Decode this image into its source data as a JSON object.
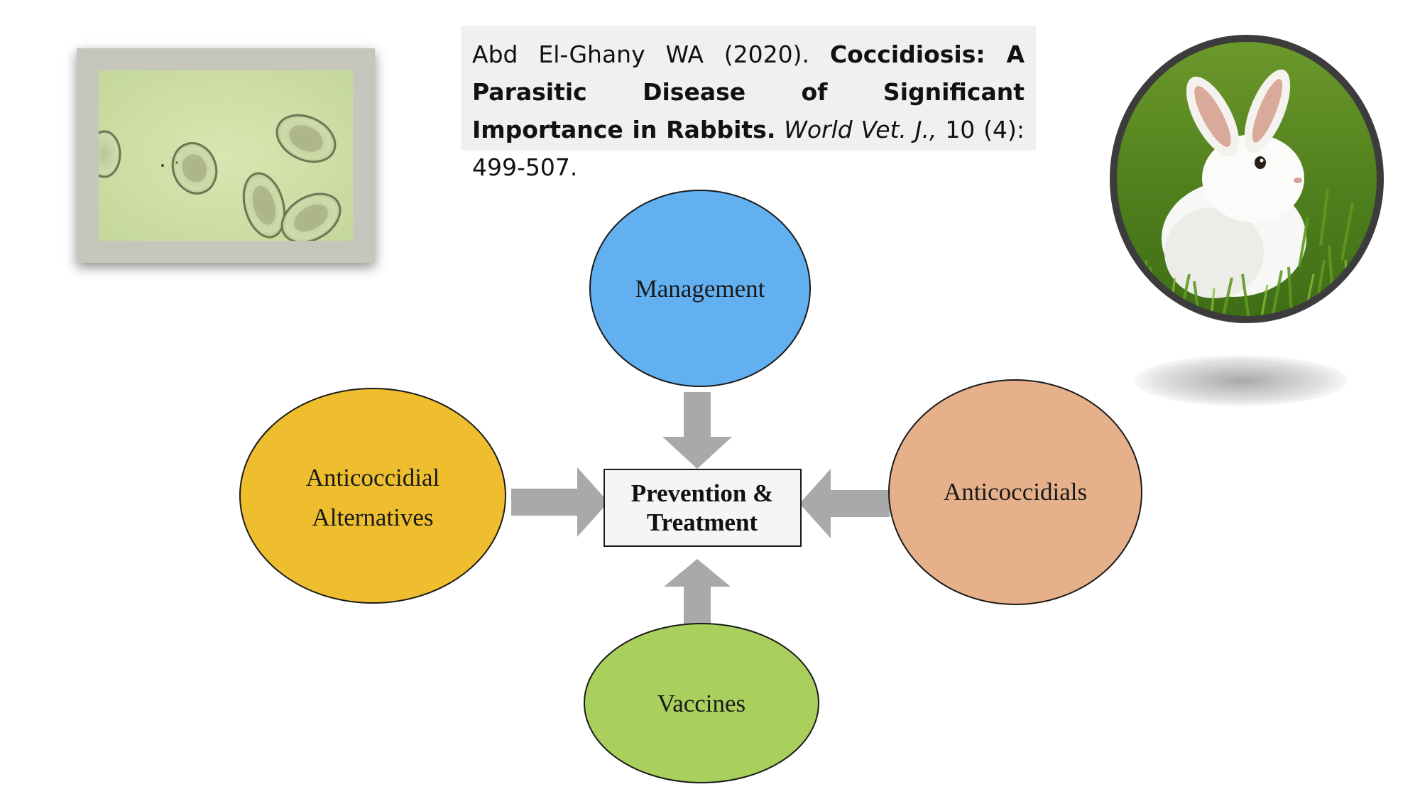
{
  "citation": {
    "authors_year": "Abd El-Ghany WA (2020).",
    "title": "Coccidiosis: A Parasitic Disease of Significant Importance in Rabbits.",
    "journal": "World Vet. J.,",
    "volume_pages": "10 (4): 499-507."
  },
  "diagram": {
    "center": {
      "line1": "Prevention &",
      "line2": "Treatment"
    },
    "nodes": {
      "management": {
        "label": "Management",
        "color": "#62b0f0"
      },
      "anticoccidial_alternatives": {
        "line1": "Anticoccidial",
        "line2": "Alternatives",
        "color": "#efbe2e"
      },
      "anticoccidials": {
        "label": "Anticoccidials",
        "color": "#e5b08a"
      },
      "vaccines": {
        "label": "Vaccines",
        "color": "#a9d05c"
      }
    },
    "arrow_color": "#a9a9a9"
  },
  "images": {
    "microscope": "coccidia-oocysts-micrograph",
    "rabbit": "white-rabbit-in-grass-photo"
  }
}
